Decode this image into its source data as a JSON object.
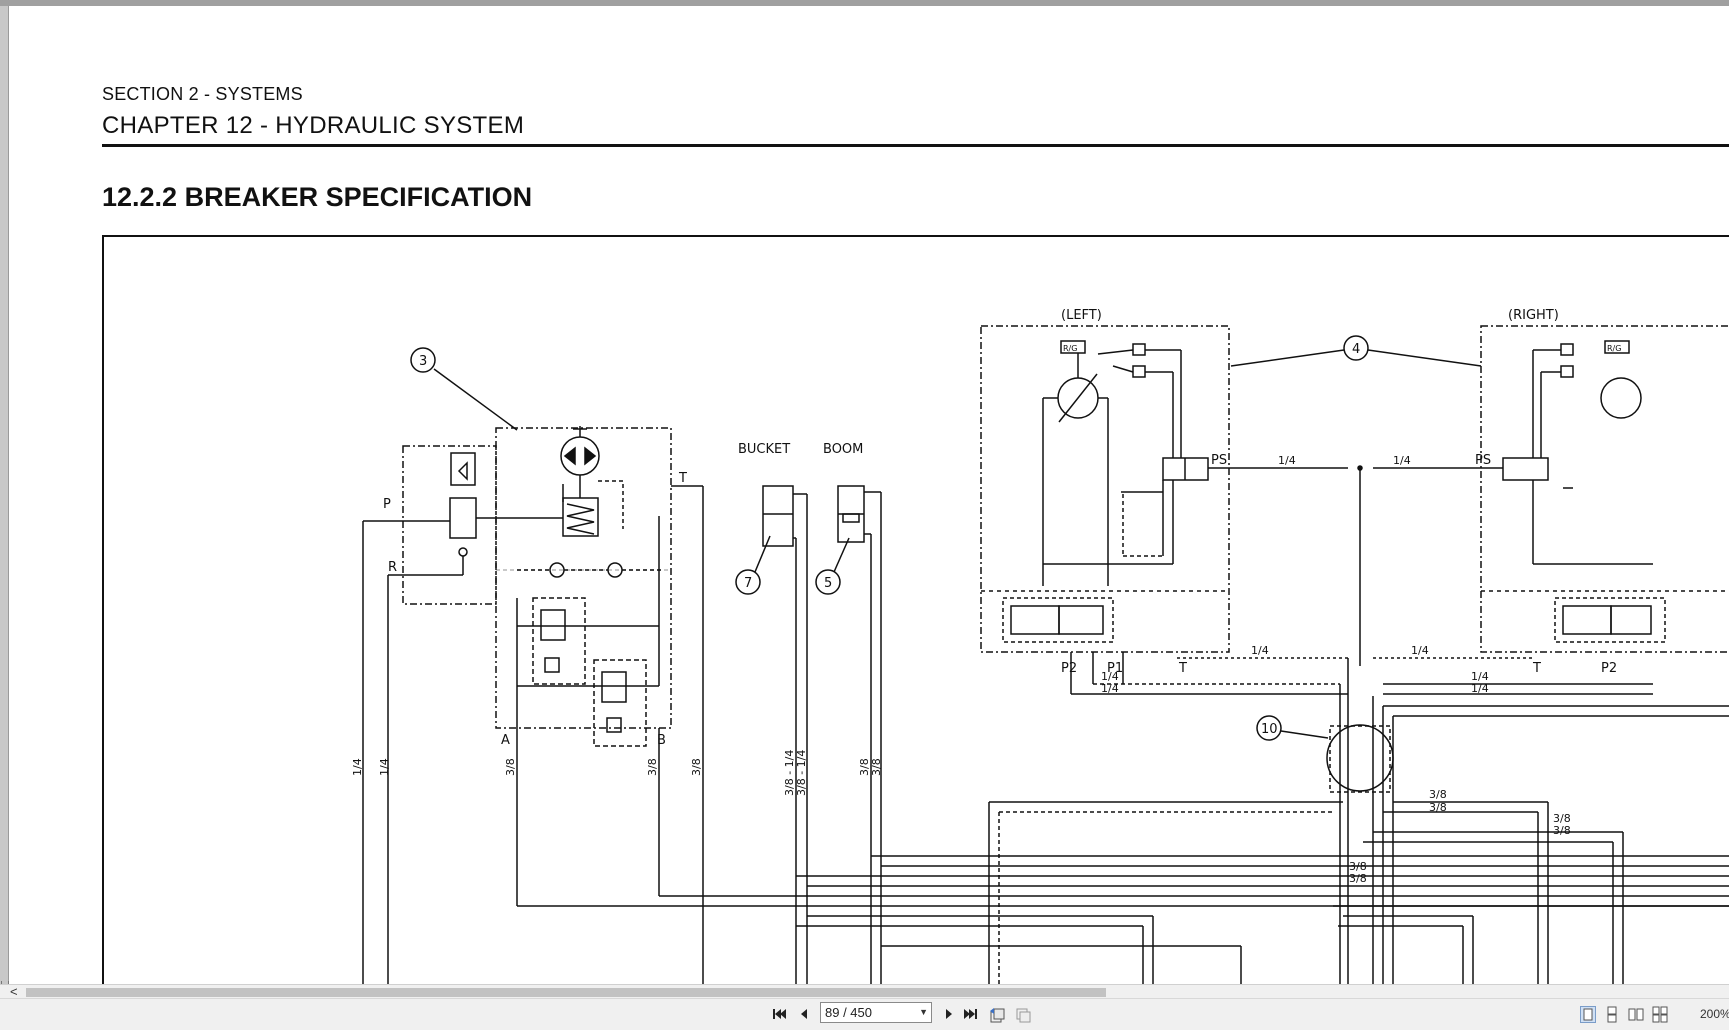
{
  "document": {
    "section": "SECTION 2 - SYSTEMS",
    "chapter": "CHAPTER 12 - HYDRAULIC SYSTEM",
    "heading": "12.2.2  BREAKER SPECIFICATION"
  },
  "diagram": {
    "labels": {
      "left": "(LEFT)",
      "right": "(RIGHT)",
      "bucket": "BUCKET",
      "boom": "BOOM",
      "p": "P",
      "r": "R",
      "t": "T",
      "a": "A",
      "b": "B",
      "ps_left": "PS",
      "ps_right": "PS",
      "p2_left": "P2",
      "p1_left": "P1",
      "t_left": "T",
      "t_right": "T",
      "p2_right": "P2",
      "rg": "R/G"
    },
    "callouts": [
      "3",
      "4",
      "7",
      "5",
      "10"
    ],
    "pipe_sizes": {
      "quarter": "1/4",
      "three_eighths": "3/8",
      "three_eighths_quarter": "3/8 - 1/4"
    }
  },
  "viewer": {
    "page_indicator": "89 / 450",
    "zoom": "200%",
    "scroll_left": "<",
    "icons": {
      "first": "first-page-icon",
      "prev": "prev-page-icon",
      "next": "next-page-icon",
      "last": "last-page-icon"
    }
  }
}
